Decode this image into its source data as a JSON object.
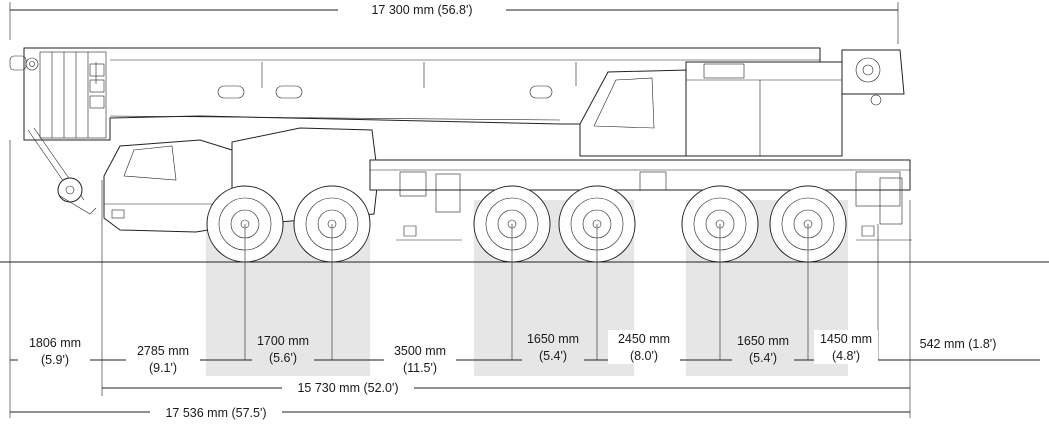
{
  "dimensions": {
    "overall_length_top": "17 300 mm (56.8')",
    "front_overhang": {
      "mm": "1806 mm",
      "ft": "(5.9')"
    },
    "axle_1_2": {
      "mm": "2785 mm",
      "ft": "(9.1')"
    },
    "axle_2_3": {
      "mm": "1700 mm",
      "ft": "(5.6')"
    },
    "axle_3_4": {
      "mm": "3500 mm",
      "ft": "(11.5')"
    },
    "axle_4_5": {
      "mm": "1650 mm",
      "ft": "(5.4')"
    },
    "axle_5_6": {
      "mm": "2450 mm",
      "ft": "(8.0')"
    },
    "axle_6_7": {
      "mm": "1650 mm",
      "ft": "(5.4')"
    },
    "axle_7_8": {
      "mm": "1450 mm",
      "ft": "(4.8')"
    },
    "rear_overhang": "542 mm (1.8')",
    "wheelbase_total": "15 730 mm (52.0')",
    "overall_length_bottom": "17 536 mm (57.5')"
  },
  "colors": {
    "line": "#222222",
    "shade": "#e6e6e6",
    "text": "#1a1a1a"
  }
}
